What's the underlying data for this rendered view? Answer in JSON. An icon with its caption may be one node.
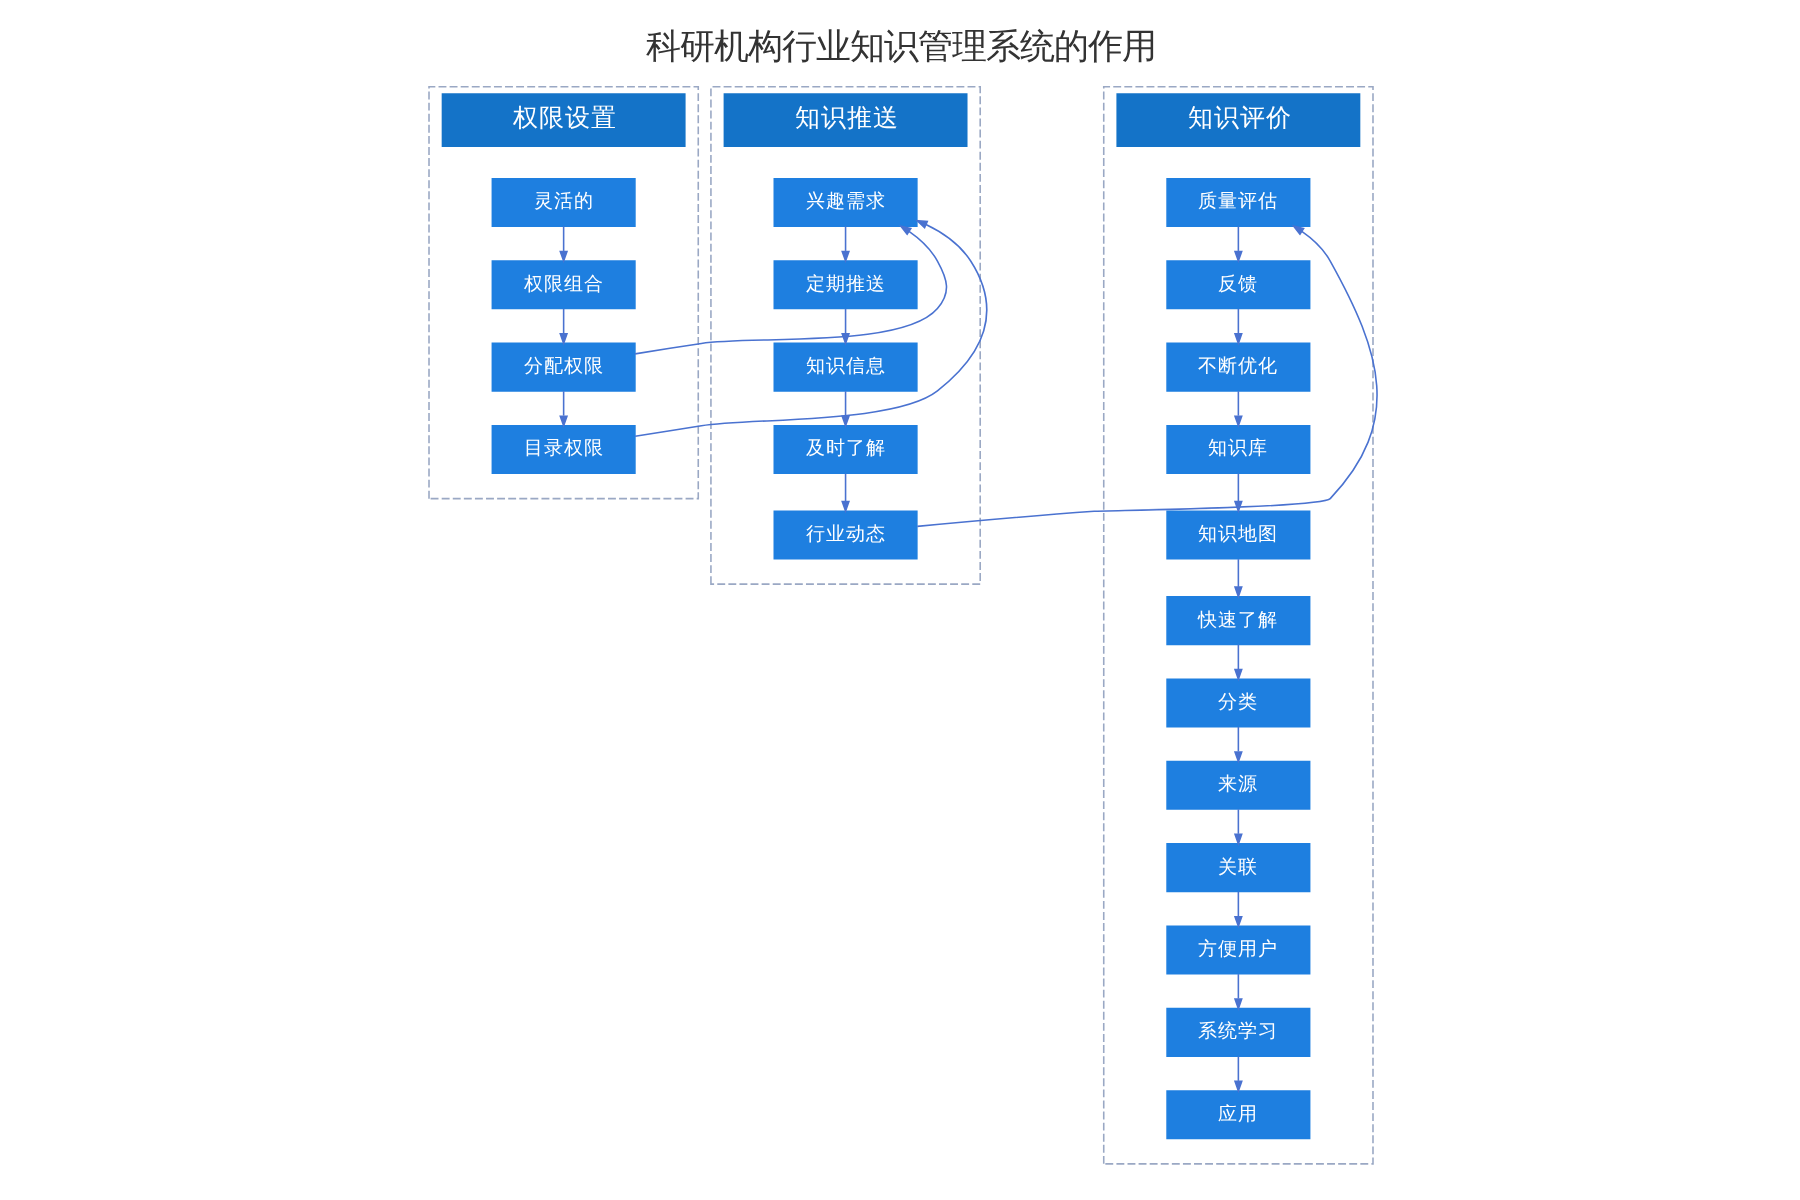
{
  "diagram": {
    "title": "科研机构行业知识管理系统的作用",
    "nodes": [
      {
        "text": [
          "权限设置"
        ]
      },
      {
        "text": [
          "灵活的"
        ],
        "in": 0
      },
      {
        "text": [
          "权限组合"
        ],
        "in": 0
      },
      {
        "text": [
          "分配权限"
        ],
        "in": 0
      },
      {
        "text": [
          "目录权限"
        ],
        "in": 0
      },
      {
        "text": [
          "知识推送"
        ]
      },
      {
        "text": [
          "兴趣需求"
        ],
        "in": 5
      },
      {
        "text": [
          "定期推送"
        ],
        "in": 5
      },
      {
        "text": [
          "知识信息"
        ],
        "in": 5
      },
      {
        "text": [
          "及时了解"
        ],
        "in": 5
      },
      {
        "text": [
          "行业动态"
        ],
        "in": 5
      },
      {
        "text": [
          "知识评价"
        ]
      },
      {
        "text": [
          "质量评估"
        ],
        "in": 11
      },
      {
        "text": [
          "反馈"
        ],
        "in": 11
      },
      {
        "text": [
          "不断优化"
        ],
        "in": 11
      },
      {
        "text": [
          "知识库"
        ],
        "in": 11
      },
      {
        "text": [
          "知识地图"
        ],
        "in": 11
      },
      {
        "text": [
          "快速了解"
        ],
        "in": 11
      },
      {
        "text": [
          "分类"
        ],
        "in": 11
      },
      {
        "text": [
          "来源"
        ],
        "in": 11
      },
      {
        "text": [
          "关联"
        ],
        "in": 11
      },
      {
        "text": [
          "方便用户"
        ],
        "in": 11
      },
      {
        "text": [
          "系统学习"
        ],
        "in": 11
      },
      {
        "text": [
          "应用"
        ],
        "in": 11
      }
    ],
    "edges": [
      {
        "from": 1,
        "to": 2,
        "arrow": "to"
      },
      {
        "from": 2,
        "to": 3,
        "arrow": "to"
      },
      {
        "from": 3,
        "to": 4,
        "arrow": "to"
      },
      {
        "from": 3,
        "to": 6,
        "arrow": "to"
      },
      {
        "from": 4,
        "to": 6,
        "arrow": "to"
      },
      {
        "from": 6,
        "to": 7,
        "arrow": "to"
      },
      {
        "from": 7,
        "to": 8,
        "arrow": "to"
      },
      {
        "from": 8,
        "to": 9,
        "arrow": "to"
      },
      {
        "from": 9,
        "to": 10,
        "arrow": "to"
      },
      {
        "from": 10,
        "to": 12,
        "arrow": "to"
      },
      {
        "from": 12,
        "to": 13,
        "arrow": "to"
      },
      {
        "from": 13,
        "to": 14,
        "arrow": "to"
      },
      {
        "from": 14,
        "to": 15,
        "arrow": "to"
      },
      {
        "from": 15,
        "to": 16,
        "arrow": "to"
      },
      {
        "from": 16,
        "to": 17,
        "arrow": "to"
      },
      {
        "from": 17,
        "to": 18,
        "arrow": "to"
      },
      {
        "from": 18,
        "to": 19,
        "arrow": "to"
      },
      {
        "from": 19,
        "to": 20,
        "arrow": "to"
      },
      {
        "from": 20,
        "to": 21,
        "arrow": "to"
      },
      {
        "from": 21,
        "to": 22,
        "arrow": "to"
      },
      {
        "from": 22,
        "to": 23,
        "arrow": "to"
      }
    ]
  }
}
